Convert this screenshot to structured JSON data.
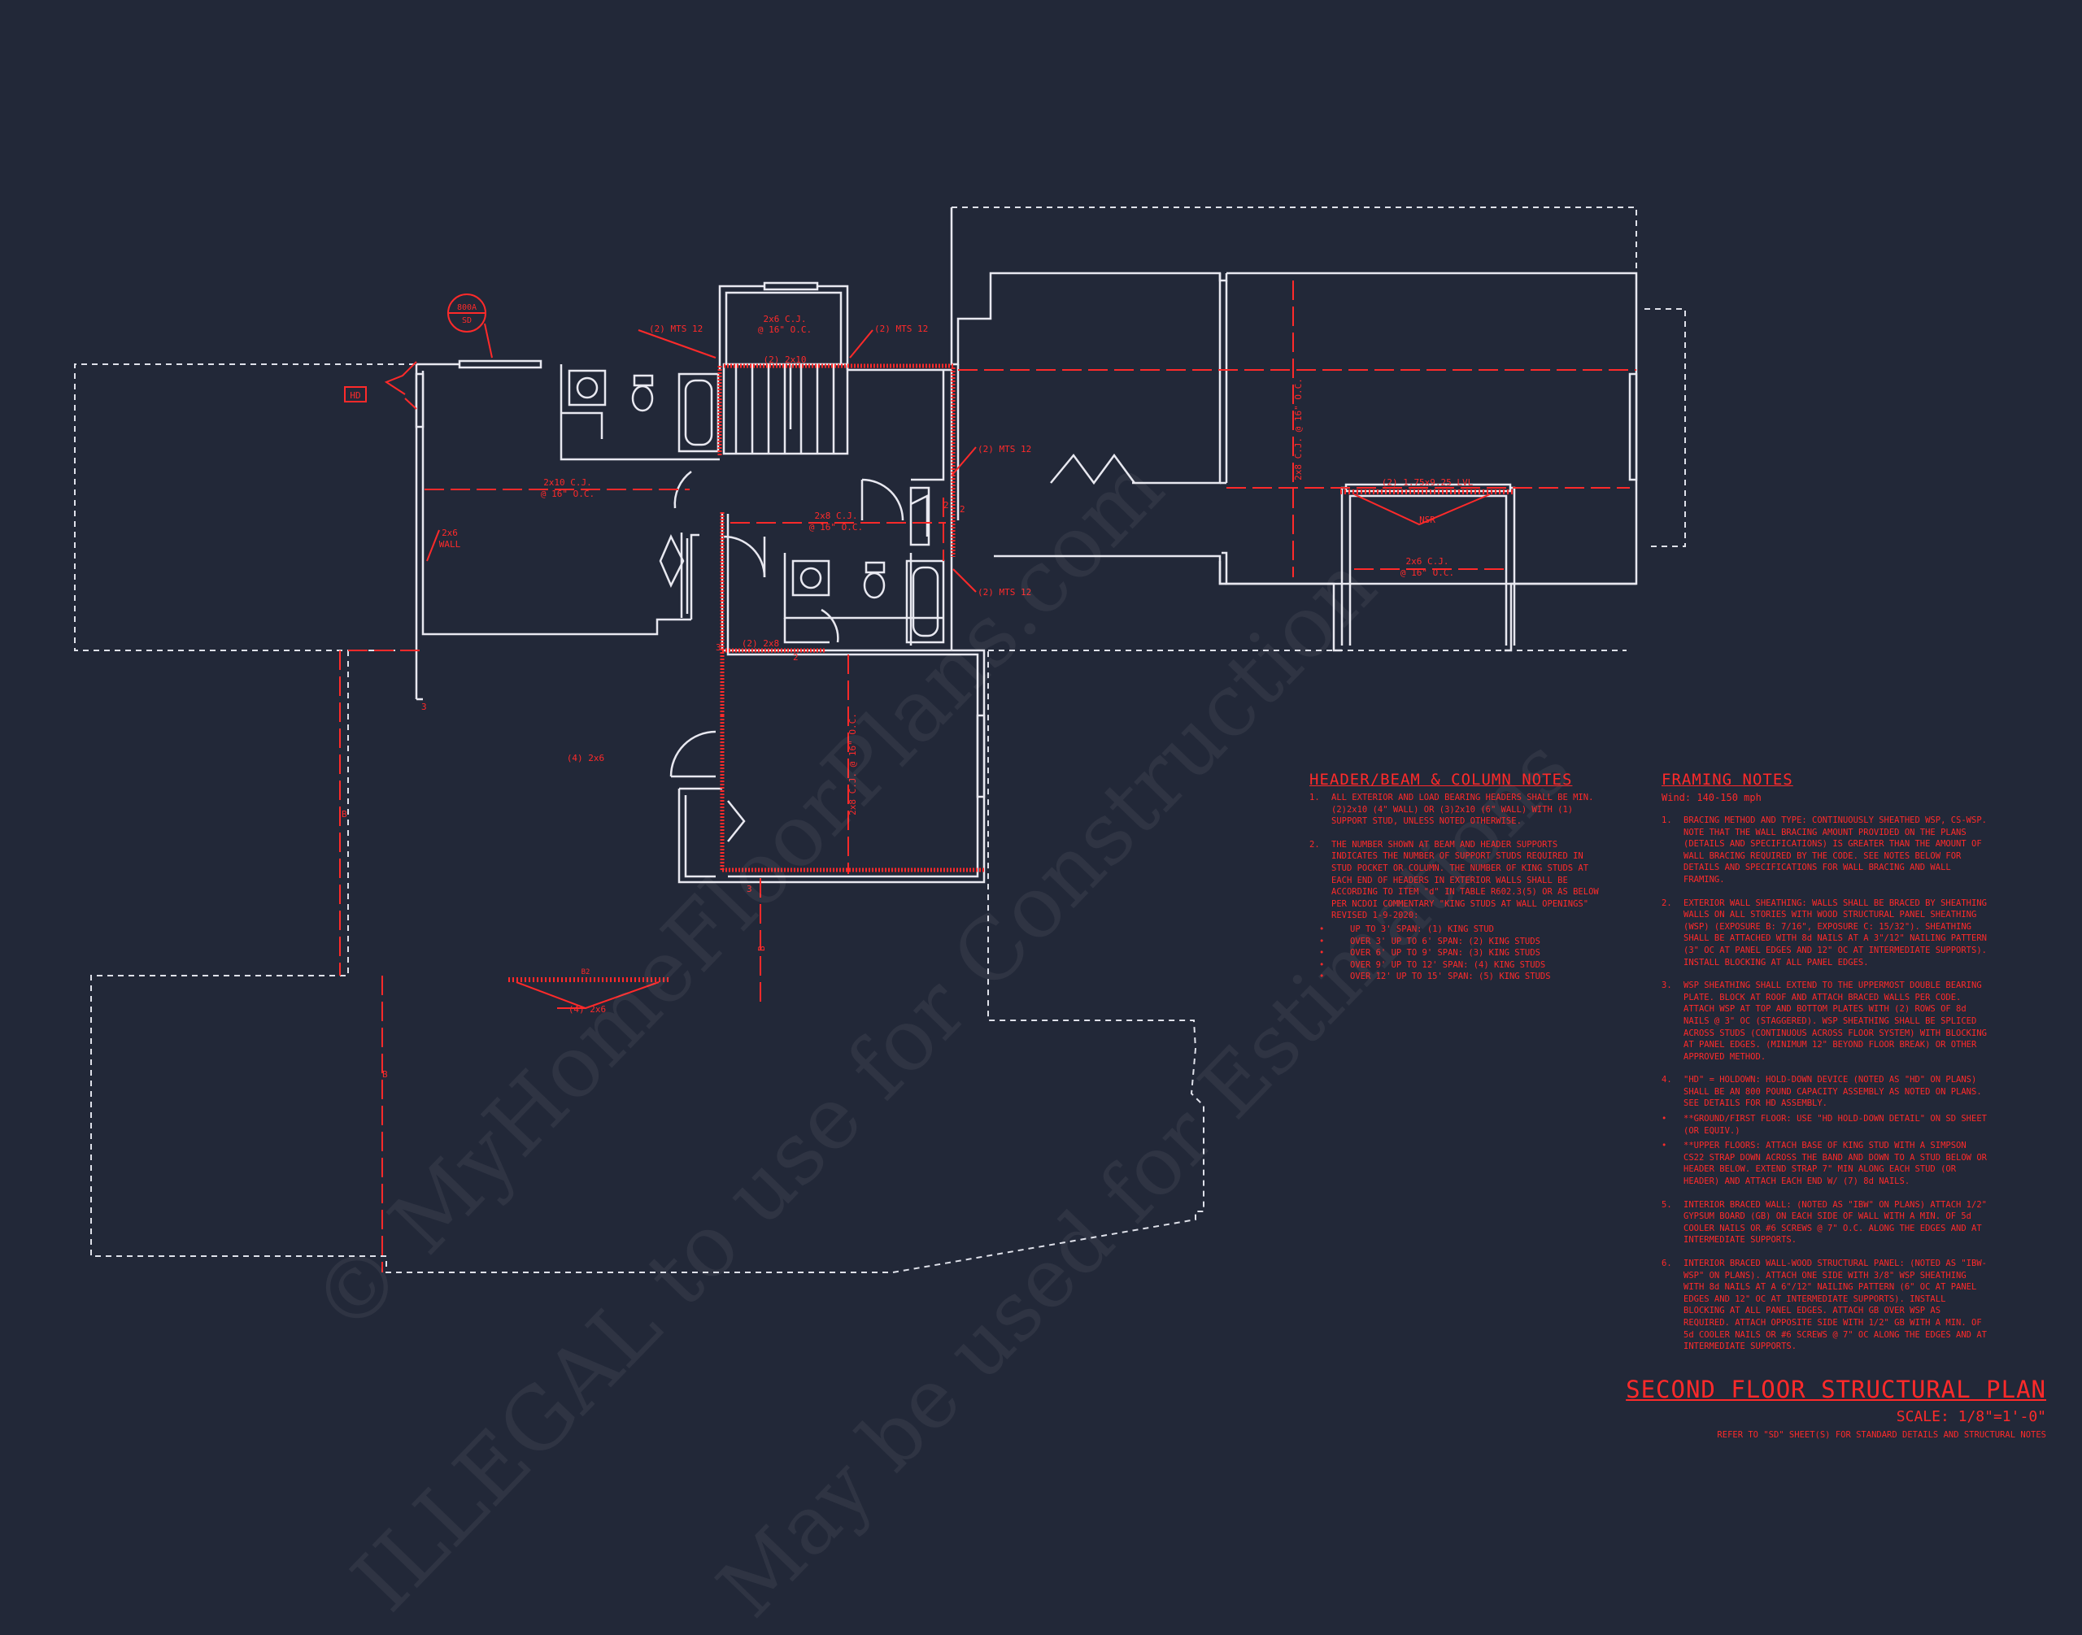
{
  "watermark": {
    "line1": "© MyHomeFloorPlans.com",
    "line2": "ILLEGAL to use for Construction",
    "line3": "May be used for Estimations"
  },
  "callouts": {
    "detail_top": "800A",
    "detail_bottom": "SD",
    "hd_tag": "HD",
    "mts_1": "(2) MTS 12",
    "mts_2": "(2) MTS 12",
    "mts_3": "(2) MTS 12",
    "mts_4": "(2) MTS 12",
    "cj_top_1": "2x6 C.J.",
    "cj_top_2": "@ 16\" O.C.",
    "header_2x10_top": "(2) 2x10",
    "cj_left_1": "2x10 C.J.",
    "cj_left_2": "@ 16\" O.C.",
    "wall_1": "2x6",
    "wall_2": "WALL",
    "cj_mid_1": "2x8 C.J.",
    "cj_mid_2": "@ 16\" O.C.",
    "cj_right_vert": "2x8 C.J. @ 16\" O.C.",
    "lvl": "(2) 1.75x9.25 LVL",
    "nsr": "NSR",
    "cj_bay_1": "2x6 C.J.",
    "cj_bay_2": "@ 16\" O.C.",
    "header_2x8": "(2) 2x8",
    "post_1": "(4) 2x6",
    "cj_lower_vert": "2x8 C.J. @ 16\" O.C.",
    "post_2": "(4) 2x6",
    "beam_tag": "B2",
    "stud_1": "3",
    "stud_2": "2",
    "stud_3": "2",
    "stud_4": "3",
    "stud_5": "3",
    "stud_6": "2",
    "label_b1": "B",
    "label_b2": "B",
    "label_b3": "B"
  },
  "header_notes": {
    "title": "HEADER/BEAM & COLUMN NOTES",
    "items": [
      {
        "num": "1.",
        "text": "ALL EXTERIOR AND LOAD BEARING HEADERS SHALL BE MIN. (2)2x10 (4\" WALL) OR (3)2x10 (6\" WALL) WITH (1) SUPPORT STUD, UNLESS NOTED OTHERWISE."
      },
      {
        "num": "2.",
        "text": "THE NUMBER SHOWN AT BEAM AND HEADER SUPPORTS INDICATES THE NUMBER OF SUPPORT STUDS REQUIRED IN STUD POCKET OR COLUMN. THE NUMBER OF KING STUDS AT EACH END OF HEADERS IN EXTERIOR WALLS SHALL BE ACCORDING TO ITEM \"d\" IN TABLE R602.3(5) OR AS BELOW PER NCDOI COMMENTARY \"KING STUDS AT WALL OPENINGS\" REVISED 1-9-2020:"
      }
    ],
    "subitems": [
      {
        "bullet": "•",
        "text": "UP TO 3' SPAN: (1) KING STUD"
      },
      {
        "bullet": "•",
        "text": "OVER 3' UP TO 6' SPAN: (2) KING STUDS"
      },
      {
        "bullet": "•",
        "text": "OVER 6' UP TO 9' SPAN: (3) KING STUDS"
      },
      {
        "bullet": "•",
        "text": "OVER 9' UP TO 12' SPAN: (4) KING STUDS"
      },
      {
        "bullet": "•",
        "text": "OVER 12' UP TO 15' SPAN: (5) KING STUDS"
      }
    ]
  },
  "framing_notes": {
    "title": "FRAMING NOTES",
    "subtitle": "Wind: 140-150 mph",
    "items": [
      {
        "num": "1.",
        "text": "BRACING METHOD AND TYPE: CONTINUOUSLY SHEATHED WSP, CS-WSP. NOTE THAT THE WALL BRACING AMOUNT PROVIDED ON THE PLANS (DETAILS AND SPECIFICATIONS) IS GREATER THAN THE AMOUNT OF WALL BRACING REQUIRED BY THE CODE. SEE NOTES BELOW FOR DETAILS AND SPECIFICATIONS FOR WALL BRACING AND WALL FRAMING."
      },
      {
        "num": "2.",
        "text": "EXTERIOR WALL SHEATHING: WALLS SHALL BE BRACED BY SHEATHING WALLS ON ALL STORIES WITH WOOD STRUCTURAL PANEL SHEATHING (WSP) (EXPOSURE B: 7/16\", EXPOSURE C: 15/32\"). SHEATHING SHALL BE ATTACHED WITH 8d NAILS AT A 3\"/12\" NAILING PATTERN (3\" OC AT PANEL EDGES AND 12\" OC AT INTERMEDIATE SUPPORTS). INSTALL BLOCKING AT ALL PANEL EDGES."
      },
      {
        "num": "3.",
        "text": "WSP SHEATHING SHALL EXTEND TO THE UPPERMOST DOUBLE BEARING PLATE. BLOCK AT ROOF AND ATTACH BRACED WALLS PER CODE. ATTACH WSP AT TOP AND BOTTOM PLATES WITH (2) ROWS OF 8d NAILS @ 3\" OC (STAGGERED). WSP SHEATHING SHALL BE SPLICED ACROSS STUDS (CONTINUOUS ACROSS FLOOR SYSTEM) WITH BLOCKING AT PANEL EDGES. (MINIMUM 12\" BEYOND FLOOR BREAK) OR OTHER APPROVED METHOD."
      },
      {
        "num": "4.",
        "text": "\"HD\" = HOLDOWN: HOLD-DOWN DEVICE (NOTED AS \"HD\" ON PLANS) SHALL BE AN 800 POUND CAPACITY ASSEMBLY AS NOTED ON PLANS. SEE DETAILS FOR HD ASSEMBLY."
      },
      {
        "num": "•",
        "text": "**GROUND/FIRST FLOOR: USE \"HD HOLD-DOWN DETAIL\" ON SD SHEET (OR EQUIV.)"
      },
      {
        "num": "•",
        "text": "**UPPER FLOORS: ATTACH BASE OF KING STUD WITH A SIMPSON CS22 STRAP DOWN ACROSS THE BAND AND DOWN TO A STUD BELOW OR HEADER BELOW. EXTEND STRAP 7\" MIN ALONG EACH STUD (OR HEADER) AND ATTACH EACH END W/ (7) 8d NAILS."
      },
      {
        "num": "5.",
        "text": "INTERIOR BRACED WALL: (NOTED AS \"IBW\" ON PLANS) ATTACH 1/2\" GYPSUM BOARD (GB) ON EACH SIDE OF WALL WITH A MIN. OF 5d COOLER NAILS OR #6 SCREWS @ 7\" O.C. ALONG THE EDGES AND AT INTERMEDIATE SUPPORTS."
      },
      {
        "num": "6.",
        "text": "INTERIOR BRACED WALL-WOOD STRUCTURAL PANEL: (NOTED AS \"IBW-WSP\" ON PLANS). ATTACH ONE SIDE WITH 3/8\" WSP SHEATHING WITH 8d NAILS AT A 6\"/12\" NAILING PATTERN (6\" OC AT PANEL EDGES AND 12\" OC AT INTERMEDIATE SUPPORTS). INSTALL BLOCKING AT ALL PANEL EDGES. ATTACH GB OVER WSP AS REQUIRED. ATTACH OPPOSITE SIDE WITH 1/2\" GB WITH A MIN. OF 5d COOLER NAILS OR #6 SCREWS @ 7\" OC ALONG THE EDGES AND AT INTERMEDIATE SUPPORTS."
      }
    ]
  },
  "title_block": {
    "title": "SECOND FLOOR STRUCTURAL PLAN",
    "scale": "SCALE: 1/8\"=1'-0\"",
    "reference": "REFER TO \"SD\" SHEET(S) FOR STANDARD DETAILS AND STRUCTURAL NOTES"
  },
  "colors": {
    "background": "#222838",
    "linework": "#e8e8f0",
    "structural": "#ff2a2a"
  }
}
